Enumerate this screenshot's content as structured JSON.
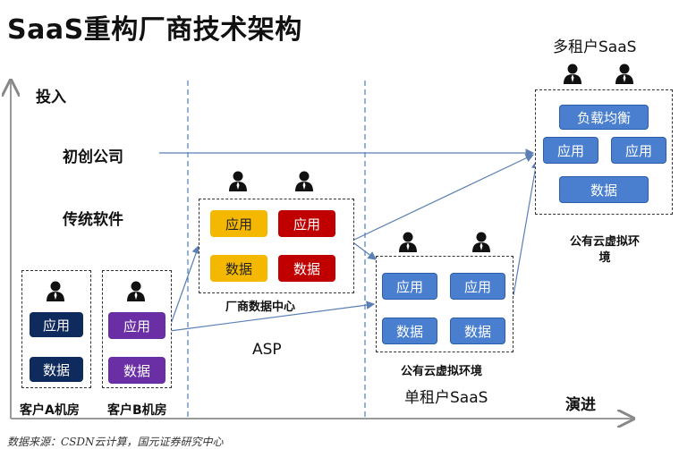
{
  "title": "SaaS重构厂商技术架构",
  "axis": {
    "y_label": "投入",
    "x_label": "演进"
  },
  "stages": {
    "startup": "初创公司",
    "traditional": "传统软件",
    "asp": "ASP",
    "single_tenant": "单租户SaaS",
    "multi_tenant": "多租户SaaS"
  },
  "client_a": {
    "caption": "客户A机房",
    "app": "应用",
    "data": "数据"
  },
  "client_b": {
    "caption": "客户B机房",
    "app": "应用",
    "data": "数据"
  },
  "vendor_dc": {
    "caption": "厂商数据中心",
    "app1": "应用",
    "app2": "应用",
    "data1": "数据",
    "data2": "数据"
  },
  "single_cloud": {
    "caption": "公有云虚拟环境",
    "app1": "应用",
    "app2": "应用",
    "data1": "数据",
    "data2": "数据"
  },
  "multi_cloud": {
    "caption_line1": "公有云虚拟环",
    "caption_line2": "境",
    "lb": "负载均衡",
    "app1": "应用",
    "app2": "应用",
    "data": "数据"
  },
  "source": "数据来源：CSDN云计算，国元证券研究中心",
  "colors": {
    "navy": "#0f2a5c",
    "purple": "#6a2ea5",
    "yellow": "#f5b800",
    "red": "#c00000",
    "blue": "#4a7fd0",
    "arrow": "#5b7fb5",
    "divider": "#4a80c8"
  }
}
